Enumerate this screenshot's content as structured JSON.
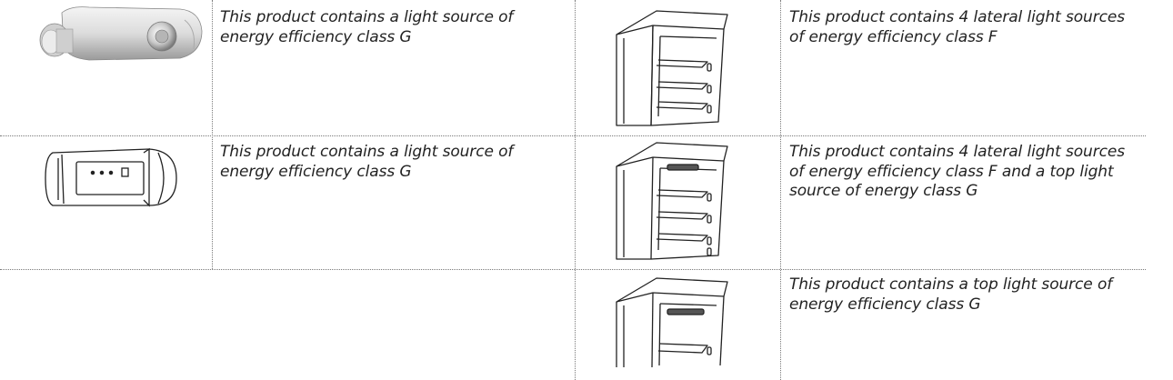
{
  "rows": [
    {
      "left_text": "This product contains a light source of energy efficiency class G",
      "left_image": "lamp-unit-round-lens-image",
      "right_text": "This product contains 4 lateral light sources of energy efficiency class F",
      "right_image": "cabinet-lateral-lights-image"
    },
    {
      "left_text": "This product contains a light source of energy efficiency class G",
      "left_image": "lamp-unit-control-panel-image",
      "right_text": "This product contains 4 lateral light sources of energy efficiency class F and a top light source of energy class G",
      "right_image": "cabinet-lateral-and-top-lights-image"
    },
    {
      "left_text": "",
      "left_image": "",
      "right_text": "This product contains a top light source of energy efficiency class G",
      "right_image": "cabinet-top-light-image"
    }
  ]
}
